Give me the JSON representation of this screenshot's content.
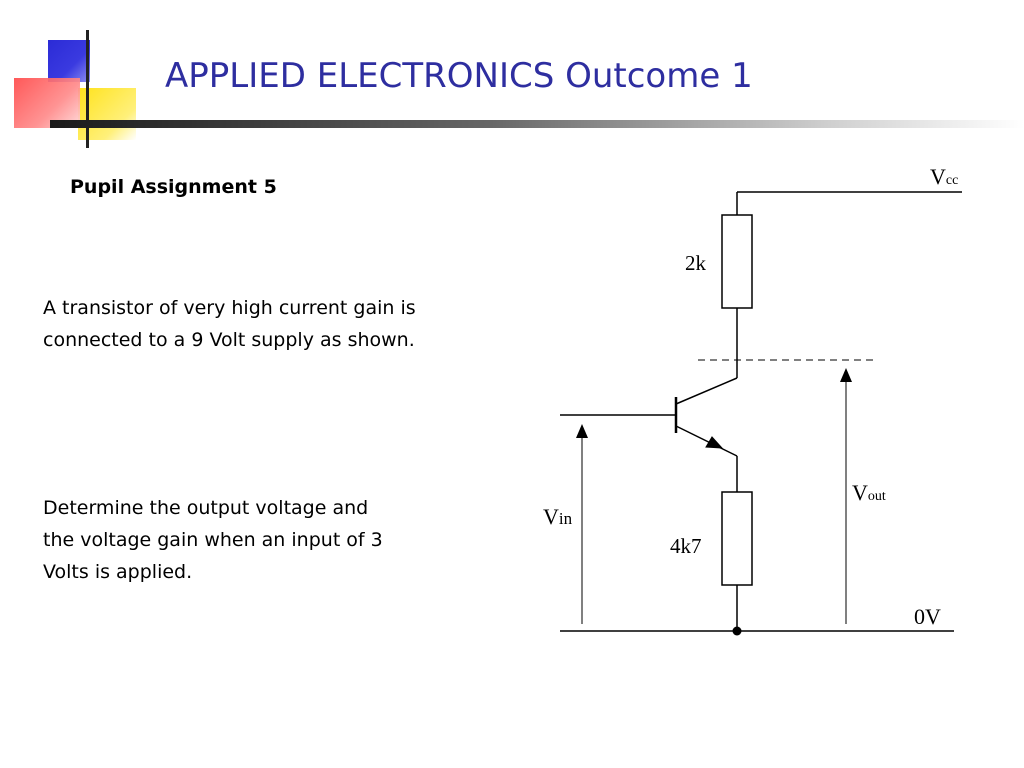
{
  "slide": {
    "title": "APPLIED ELECTRONICS Outcome 1",
    "subtitle": "Pupil Assignment 5",
    "paragraph_1_line_1": "A transistor of very high current gain is",
    "paragraph_1_line_2": "connected to a 9 Volt supply as shown.",
    "paragraph_2_line_1": "Determine the output voltage and",
    "paragraph_2_line_2": "the voltage gain when an input of 3",
    "paragraph_2_line_3": "Volts is applied."
  },
  "circuit": {
    "vcc_label": {
      "main": "V",
      "sub": "cc"
    },
    "resistor_top_label": "2k",
    "resistor_bottom_label": "4k7",
    "vin_label": {
      "main": "V",
      "sub": "in"
    },
    "vout_label": {
      "main": "V",
      "sub": "out"
    },
    "ground_label": "0V"
  },
  "colors": {
    "title": "#2e2ea0",
    "deco_blue": "#2b2bd6",
    "deco_yellow": "#ffe21a",
    "deco_red": "#ff4a4a"
  }
}
